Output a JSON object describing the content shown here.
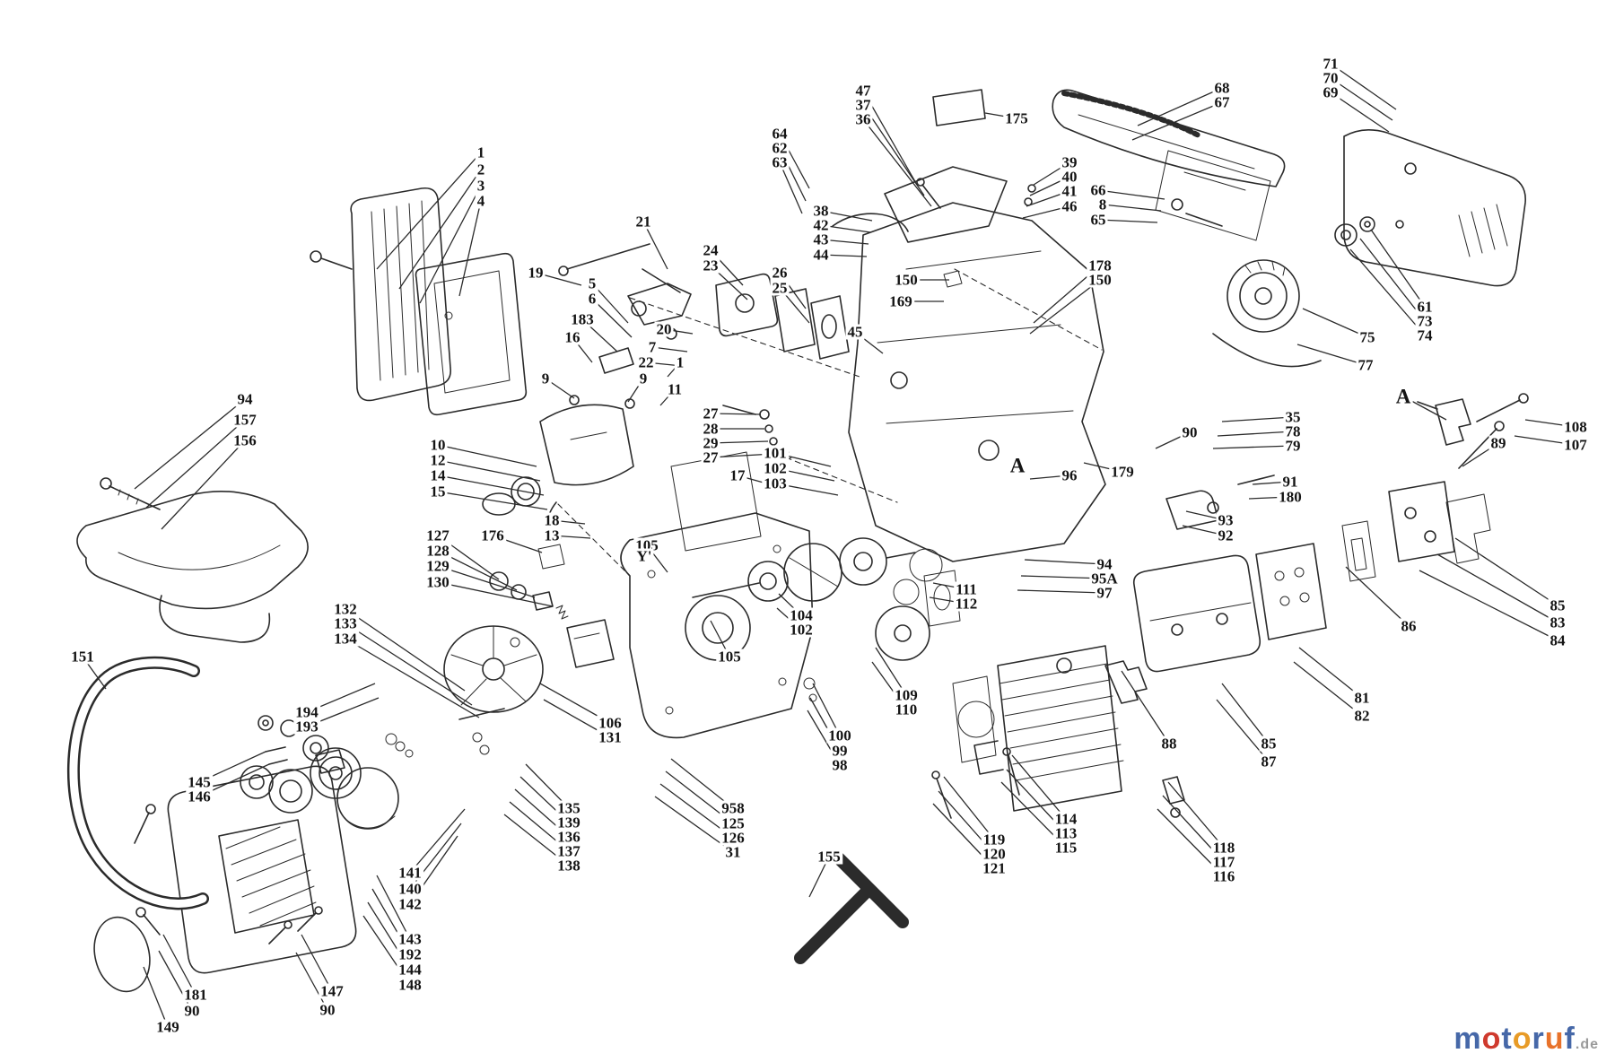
{
  "page": {
    "background": "#ffffff"
  },
  "diagram": {
    "description": "Exploded parts diagram",
    "stroke": "#2b2b2b",
    "label_color": "#141414",
    "labels": [
      [
        "1",
        536,
        170,
        420,
        300
      ],
      [
        "2",
        536,
        189,
        445,
        322
      ],
      [
        "3",
        536,
        207,
        468,
        338
      ],
      [
        "4",
        536,
        224,
        512,
        330
      ],
      [
        "19",
        597,
        304,
        648,
        318
      ],
      [
        "5",
        660,
        316,
        700,
        360
      ],
      [
        "6",
        660,
        333,
        704,
        376
      ],
      [
        "183",
        649,
        356,
        688,
        392
      ],
      [
        "16",
        638,
        376,
        660,
        404
      ],
      [
        "21",
        717,
        247,
        744,
        300
      ],
      [
        "24",
        792,
        279,
        828,
        318
      ],
      [
        "23",
        792,
        296,
        833,
        334
      ],
      [
        "26",
        869,
        304,
        898,
        344
      ],
      [
        "25",
        869,
        321,
        902,
        360
      ],
      [
        "20",
        740,
        367,
        772,
        372
      ],
      [
        "7",
        727,
        387,
        766,
        392
      ],
      [
        "22",
        720,
        404,
        760,
        408
      ],
      [
        "9",
        608,
        422,
        640,
        444
      ],
      [
        "9",
        717,
        422,
        700,
        448
      ],
      [
        "1",
        758,
        404,
        744,
        420
      ],
      [
        "11",
        752,
        434,
        736,
        452
      ],
      [
        "64",
        869,
        149,
        902,
        210
      ],
      [
        "62",
        869,
        165,
        898,
        224
      ],
      [
        "63",
        869,
        181,
        894,
        238
      ],
      [
        "47",
        962,
        101,
        1022,
        206
      ],
      [
        "37",
        962,
        117,
        1030,
        218
      ],
      [
        "36",
        962,
        133,
        1038,
        230
      ],
      [
        "175",
        1133,
        132,
        1098,
        126
      ],
      [
        "38",
        915,
        235,
        972,
        246
      ],
      [
        "42",
        915,
        251,
        970,
        259
      ],
      [
        "43",
        915,
        267,
        968,
        272
      ],
      [
        "44",
        915,
        284,
        966,
        286
      ],
      [
        "39",
        1192,
        181,
        1152,
        206
      ],
      [
        "40",
        1192,
        197,
        1148,
        218
      ],
      [
        "41",
        1192,
        213,
        1144,
        230
      ],
      [
        "46",
        1192,
        230,
        1140,
        243
      ],
      [
        "66",
        1224,
        212,
        1298,
        222
      ],
      [
        "8",
        1229,
        228,
        1294,
        235
      ],
      [
        "65",
        1224,
        245,
        1290,
        248
      ],
      [
        "68",
        1362,
        98,
        1268,
        140
      ],
      [
        "67",
        1362,
        114,
        1262,
        156
      ],
      [
        "71",
        1483,
        71,
        1556,
        122
      ],
      [
        "70",
        1483,
        87,
        1552,
        134
      ],
      [
        "69",
        1483,
        103,
        1548,
        147
      ],
      [
        "150",
        1010,
        312,
        1058,
        312
      ],
      [
        "169",
        1004,
        336,
        1052,
        336
      ],
      [
        "178",
        1226,
        296,
        1152,
        360
      ],
      [
        "150",
        1226,
        312,
        1148,
        372
      ],
      [
        "45",
        953,
        370,
        984,
        394
      ],
      [
        "61",
        1588,
        342,
        1528,
        256
      ],
      [
        "73",
        1588,
        358,
        1516,
        266
      ],
      [
        "74",
        1588,
        374,
        1505,
        278
      ],
      [
        "75",
        1524,
        376,
        1452,
        344
      ],
      [
        "77",
        1522,
        407,
        1446,
        384
      ],
      [
        "94",
        273,
        445,
        150,
        545
      ],
      [
        "157",
        273,
        468,
        163,
        566
      ],
      [
        "156",
        273,
        491,
        180,
        590
      ],
      [
        "10",
        488,
        496,
        598,
        520
      ],
      [
        "12",
        488,
        513,
        602,
        536
      ],
      [
        "14",
        488,
        530,
        606,
        552
      ],
      [
        "15",
        488,
        548,
        610,
        568
      ],
      [
        "27",
        792,
        461,
        848,
        462
      ],
      [
        "28",
        792,
        478,
        852,
        478
      ],
      [
        "29",
        792,
        494,
        856,
        492
      ],
      [
        "27",
        792,
        510,
        862,
        506
      ],
      [
        "17",
        822,
        530,
        858,
        540
      ],
      [
        "101",
        864,
        505,
        926,
        520
      ],
      [
        "102",
        864,
        522,
        930,
        536
      ],
      [
        "103",
        864,
        539,
        934,
        552
      ],
      [
        "18",
        615,
        580,
        652,
        584
      ],
      [
        "13",
        615,
        597,
        658,
        600
      ],
      [
        "35",
        1441,
        465,
        1362,
        470
      ],
      [
        "78",
        1441,
        481,
        1357,
        486
      ],
      [
        "79",
        1441,
        497,
        1352,
        500
      ],
      [
        "90",
        1326,
        482,
        1288,
        500
      ],
      [
        "96",
        1192,
        530,
        1148,
        534
      ],
      [
        "179",
        1251,
        526,
        1208,
        516
      ],
      [
        "91",
        1438,
        537,
        1396,
        540
      ],
      [
        "180",
        1438,
        554,
        1392,
        556
      ],
      [
        "93",
        1366,
        580,
        1322,
        570
      ],
      [
        "92",
        1366,
        597,
        1318,
        586
      ],
      [
        "A",
        1564,
        442,
        1612,
        468
      ],
      [
        "A",
        1134,
        519
      ],
      [
        "108",
        1756,
        476,
        1700,
        468
      ],
      [
        "107",
        1756,
        496,
        1688,
        486
      ],
      [
        "89",
        1670,
        494,
        1630,
        520
      ],
      [
        "127",
        488,
        597,
        556,
        646
      ],
      [
        "128",
        488,
        614,
        576,
        658
      ],
      [
        "129",
        488,
        631,
        596,
        666
      ],
      [
        "130",
        488,
        649,
        616,
        676
      ],
      [
        "176",
        549,
        597,
        604,
        616
      ],
      [
        "105",
        721,
        608,
        744,
        638
      ],
      [
        "94",
        1231,
        629,
        1142,
        624
      ],
      [
        "95A",
        1231,
        645,
        1138,
        642
      ],
      [
        "97",
        1231,
        661,
        1134,
        658
      ],
      [
        "111",
        1077,
        657,
        1040,
        650
      ],
      [
        "112",
        1077,
        673,
        1036,
        666
      ],
      [
        "104",
        893,
        686,
        868,
        662
      ],
      [
        "102",
        893,
        702,
        866,
        678
      ],
      [
        "85",
        1736,
        675,
        1622,
        600
      ],
      [
        "83",
        1736,
        694,
        1602,
        618
      ],
      [
        "84",
        1736,
        714,
        1582,
        636
      ],
      [
        "86",
        1570,
        698,
        1500,
        632
      ],
      [
        "132",
        385,
        679,
        518,
        770
      ],
      [
        "133",
        385,
        695,
        526,
        786
      ],
      [
        "134",
        385,
        712,
        534,
        800
      ],
      [
        "151",
        92,
        732,
        118,
        768
      ],
      [
        "105",
        813,
        732,
        792,
        692
      ],
      [
        "109",
        1010,
        775,
        976,
        722
      ],
      [
        "110",
        1010,
        791,
        972,
        738
      ],
      [
        "106",
        680,
        806,
        602,
        762
      ],
      [
        "131",
        680,
        822,
        606,
        780
      ],
      [
        "100",
        936,
        820,
        906,
        762
      ],
      [
        "99",
        936,
        837,
        903,
        778
      ],
      [
        "98",
        936,
        853,
        900,
        792
      ],
      [
        "194",
        342,
        794,
        418,
        762
      ],
      [
        "193",
        342,
        810,
        422,
        778
      ],
      [
        "145",
        222,
        872,
        296,
        838
      ],
      [
        "146",
        222,
        888,
        300,
        852
      ],
      [
        "81",
        1518,
        778,
        1448,
        722
      ],
      [
        "82",
        1518,
        798,
        1442,
        738
      ],
      [
        "88",
        1303,
        829,
        1250,
        748
      ],
      [
        "85",
        1414,
        829,
        1362,
        762
      ],
      [
        "87",
        1414,
        849,
        1356,
        780
      ],
      [
        "958",
        817,
        901,
        748,
        846
      ],
      [
        "125",
        817,
        918,
        742,
        860
      ],
      [
        "126",
        817,
        934,
        736,
        874
      ],
      [
        "31",
        817,
        950,
        730,
        888
      ],
      [
        "135",
        634,
        901,
        586,
        852
      ],
      [
        "139",
        634,
        917,
        580,
        866
      ],
      [
        "136",
        634,
        933,
        574,
        880
      ],
      [
        "137",
        634,
        949,
        568,
        894
      ],
      [
        "138",
        634,
        965,
        562,
        908
      ],
      [
        "114",
        1188,
        913,
        1128,
        842
      ],
      [
        "113",
        1188,
        929,
        1122,
        858
      ],
      [
        "115",
        1188,
        945,
        1116,
        872
      ],
      [
        "119",
        1108,
        936,
        1052,
        866
      ],
      [
        "120",
        1108,
        952,
        1046,
        882
      ],
      [
        "121",
        1108,
        968,
        1040,
        896
      ],
      [
        "118",
        1364,
        945,
        1302,
        872
      ],
      [
        "117",
        1364,
        961,
        1296,
        887
      ],
      [
        "116",
        1364,
        977,
        1290,
        902
      ],
      [
        "141",
        457,
        973,
        518,
        902
      ],
      [
        "140",
        457,
        991,
        514,
        918
      ],
      [
        "142",
        457,
        1008,
        510,
        932
      ],
      [
        "155",
        924,
        955,
        902,
        1000
      ],
      [
        "143",
        457,
        1047,
        420,
        976
      ],
      [
        "192",
        457,
        1064,
        415,
        991
      ],
      [
        "144",
        457,
        1081,
        410,
        1006
      ],
      [
        "148",
        457,
        1098,
        405,
        1021
      ],
      [
        "147",
        370,
        1105,
        336,
        1042
      ],
      [
        "90",
        365,
        1126,
        330,
        1062
      ],
      [
        "181",
        218,
        1109,
        182,
        1042
      ],
      [
        "90",
        214,
        1127,
        177,
        1060
      ],
      [
        "149",
        187,
        1145,
        160,
        1078
      ],
      [
        "Y'",
        718,
        620
      ]
    ]
  },
  "brand": {
    "letters": [
      [
        "m",
        "#4668a8"
      ],
      [
        "o",
        "#cf3a2e"
      ],
      [
        "t",
        "#4668a8"
      ],
      [
        "o",
        "#e89b27"
      ],
      [
        "r",
        "#4668a8"
      ],
      [
        "u",
        "#e8722a"
      ],
      [
        "f",
        "#4668a8"
      ]
    ],
    "suffix": ".de",
    "suffix_color": "#9a9a9a"
  }
}
